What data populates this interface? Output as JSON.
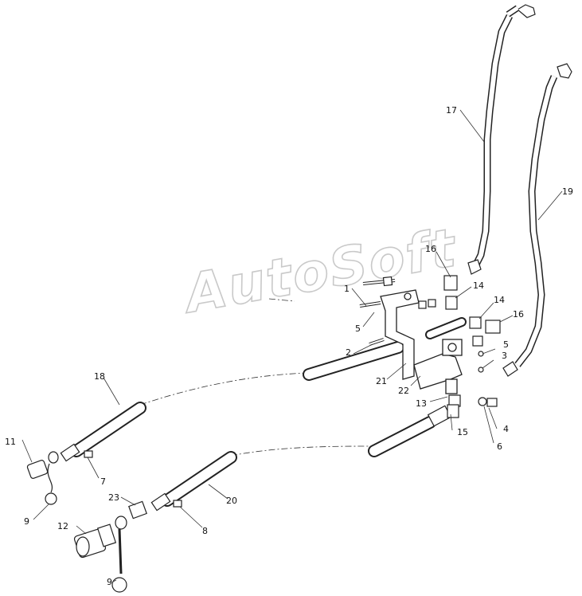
{
  "watermark": {
    "text": "AutoSoft"
  },
  "callouts": [
    {
      "id": "c1",
      "label": "1"
    },
    {
      "id": "c2",
      "label": "2"
    },
    {
      "id": "c3",
      "label": "3"
    },
    {
      "id": "c4",
      "label": "4"
    },
    {
      "id": "c5a",
      "label": "5"
    },
    {
      "id": "c5b",
      "label": "5"
    },
    {
      "id": "c6",
      "label": "6"
    },
    {
      "id": "c7",
      "label": "7"
    },
    {
      "id": "c8",
      "label": "8"
    },
    {
      "id": "c9a",
      "label": "9"
    },
    {
      "id": "c9b",
      "label": "9"
    },
    {
      "id": "c11",
      "label": "11"
    },
    {
      "id": "c12",
      "label": "12"
    },
    {
      "id": "c13",
      "label": "13"
    },
    {
      "id": "c14a",
      "label": "14"
    },
    {
      "id": "c14b",
      "label": "14"
    },
    {
      "id": "c15",
      "label": "15"
    },
    {
      "id": "c16a",
      "label": "16"
    },
    {
      "id": "c16b",
      "label": "16"
    },
    {
      "id": "c17",
      "label": "17"
    },
    {
      "id": "c18",
      "label": "18"
    },
    {
      "id": "c19",
      "label": "19"
    },
    {
      "id": "c20",
      "label": "20"
    },
    {
      "id": "c21",
      "label": "21"
    },
    {
      "id": "c22",
      "label": "22"
    },
    {
      "id": "c23",
      "label": "23"
    }
  ]
}
